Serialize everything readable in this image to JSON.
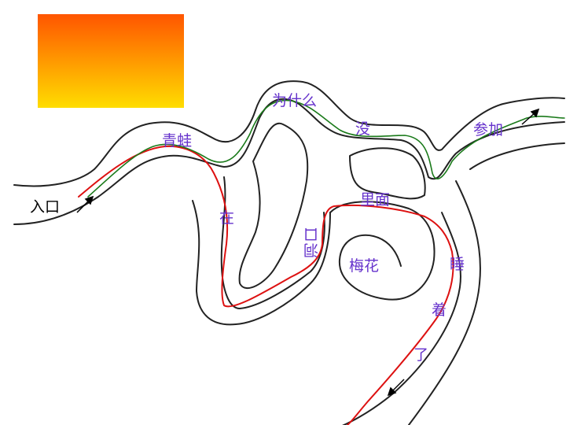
{
  "colors": {
    "swatch_top": "#ff5500",
    "swatch_bottom": "#ffdd00",
    "word": "#6633cc",
    "entrance_text": "#000000",
    "maze_wall": "#222222",
    "red_path": "#dd1111",
    "green_path": "#1a7a1a"
  },
  "maze": {
    "entrance_label": "入口",
    "words": [
      {
        "id": "qingwa",
        "text": "青蛙"
      },
      {
        "id": "weishenme",
        "text": "为什么"
      },
      {
        "id": "mei",
        "text": "没"
      },
      {
        "id": "canjia",
        "text": "参加"
      },
      {
        "id": "zai",
        "text": "在"
      },
      {
        "id": "limian",
        "text": "里面"
      },
      {
        "id": "dongkou",
        "text": "洞口"
      },
      {
        "id": "meihua",
        "text": "梅花"
      },
      {
        "id": "shui",
        "text": "睡"
      },
      {
        "id": "zhe",
        "text": "着"
      },
      {
        "id": "le",
        "text": "了"
      }
    ]
  },
  "icons": [
    "arrow-entrance-icon",
    "arrow-canjia-icon",
    "arrow-exit-icon"
  ]
}
